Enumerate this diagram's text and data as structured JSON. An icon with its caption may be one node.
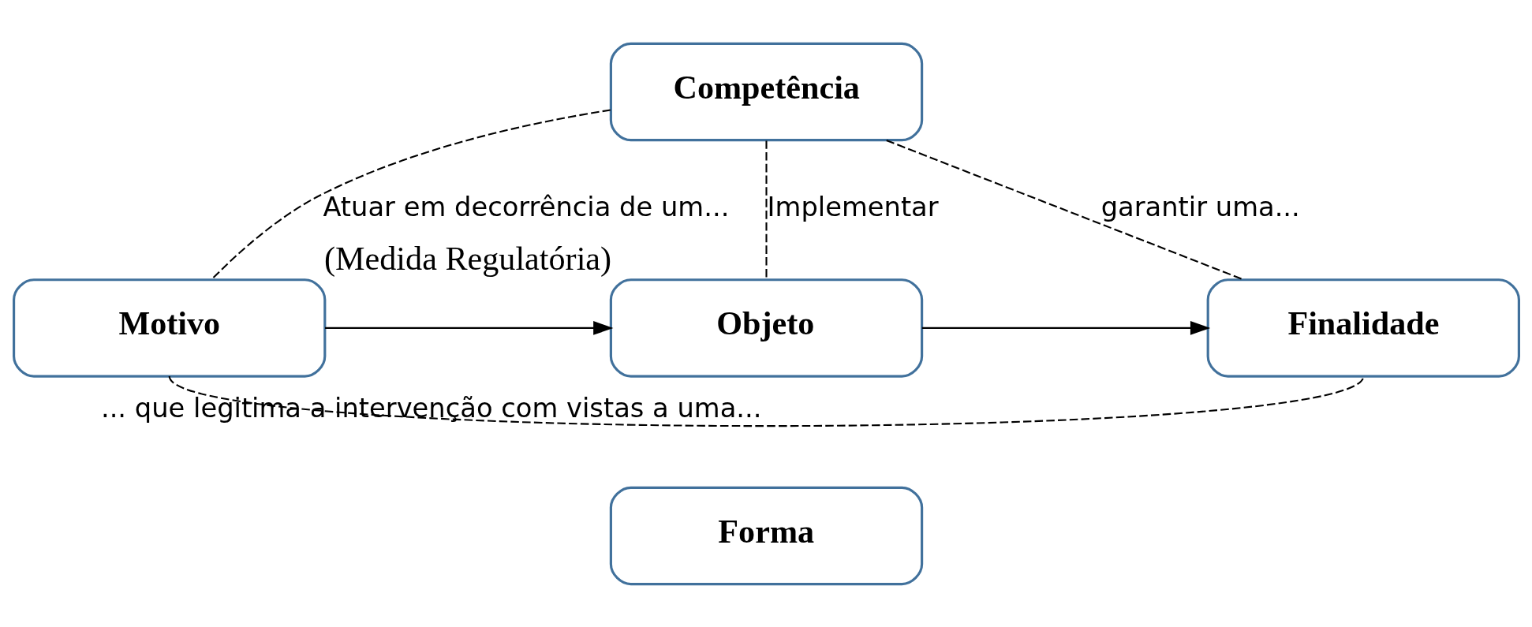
{
  "diagram": {
    "nodes": [
      {
        "text": [
          "Competência"
        ]
      },
      {
        "text": [
          "Motivo"
        ]
      },
      {
        "text": [
          "Objeto"
        ],
        "beside": [
          "(Medida Regulatória)"
        ]
      },
      {
        "text": [
          "Finalidade"
        ]
      },
      {
        "text": [
          "Forma"
        ]
      }
    ],
    "edges": [
      {
        "from": 0,
        "to": 1,
        "arrow": "none",
        "style": "dashed",
        "label": "Atuar em decorrência de um..."
      },
      {
        "from": 0,
        "to": 2,
        "arrow": "none",
        "style": "dashed",
        "label": "Implementar"
      },
      {
        "from": 0,
        "to": 3,
        "arrow": "none",
        "style": "dashed",
        "label": "garantir uma..."
      },
      {
        "from": 1,
        "to": 2,
        "arrow": "to"
      },
      {
        "from": 2,
        "to": 3,
        "arrow": "to"
      },
      {
        "from": 1,
        "to": 3,
        "arrow": "none",
        "style": "dashed",
        "label": "... que legitima a intervenção com vistas a uma..."
      }
    ]
  }
}
